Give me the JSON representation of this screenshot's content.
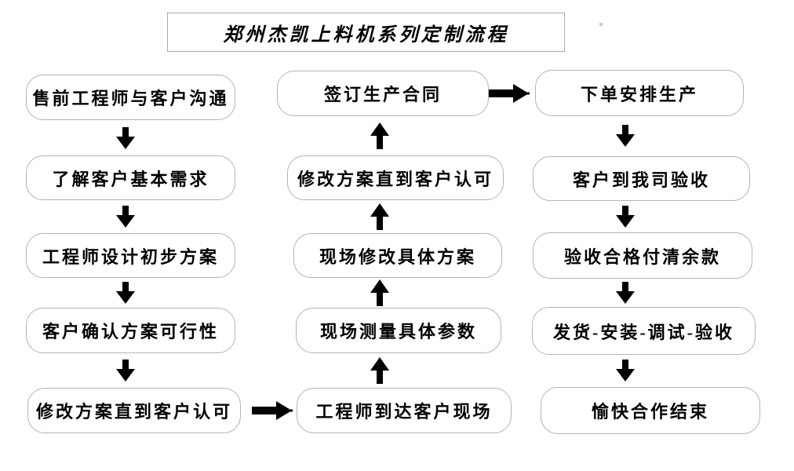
{
  "title": "郑州杰凯上料机系列定制流程",
  "columns": {
    "left": {
      "flow_direction": "down",
      "steps": [
        "售前工程师与客户沟通",
        "了解客户基本需求",
        "工程师设计初步方案",
        "客户确认方案可行性",
        "修改方案直到客户认可"
      ]
    },
    "middle": {
      "flow_direction": "up",
      "steps": [
        "签订生产合同",
        "修改方案直到客户认可",
        "现场修改具体方案",
        "现场测量具体参数",
        "工程师到达客户现场"
      ]
    },
    "right": {
      "flow_direction": "down",
      "steps": [
        "下单安排生产",
        "客户到我司验收",
        "验收合格付清余款",
        "发货-安装-调试-验收",
        "愉快合作结束"
      ]
    }
  },
  "connections": [
    "左列自上而下依次衔接",
    "修改方案直到客户认可 → 工程师到达客户现场",
    "中列自下而上依次衔接",
    "签订生产合同 → 下单安排生产",
    "右列自上而下依次衔接"
  ],
  "colors": {
    "background": "#ffffff",
    "box_border": "#b3b3b3",
    "title_border": "#ababab",
    "arrow_outline": "#111111",
    "text": "#000000"
  }
}
